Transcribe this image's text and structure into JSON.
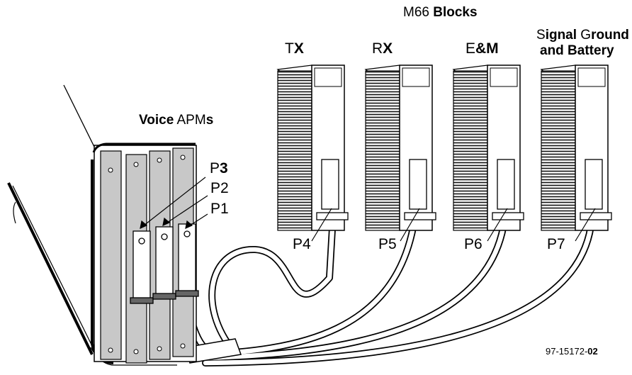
{
  "group_title": {
    "prefix": "M66",
    "bold": "Blocks"
  },
  "blocks": [
    {
      "label_a": "T",
      "label_b": "X",
      "port": "P4"
    },
    {
      "label_a": "R",
      "label_b": "X",
      "port": "P5"
    },
    {
      "label_a": "E",
      "label_b": "&M",
      "port": "P6"
    },
    {
      "line1_a": "S",
      "line1_b": "ignal",
      "line1_c": " G",
      "line1_d": "round",
      "line2": "and Battery",
      "port": "P7"
    }
  ],
  "chassis": {
    "title_bold": "Voice",
    "title_rest": " APM",
    "title_end": "s"
  },
  "apm_ports": [
    {
      "prefix": "P",
      "num": "3"
    },
    {
      "prefix": "P",
      "num": "2"
    },
    {
      "prefix": "P",
      "num": "1"
    }
  ],
  "figure_id": {
    "main": "97-15172-",
    "suffix": "02"
  }
}
